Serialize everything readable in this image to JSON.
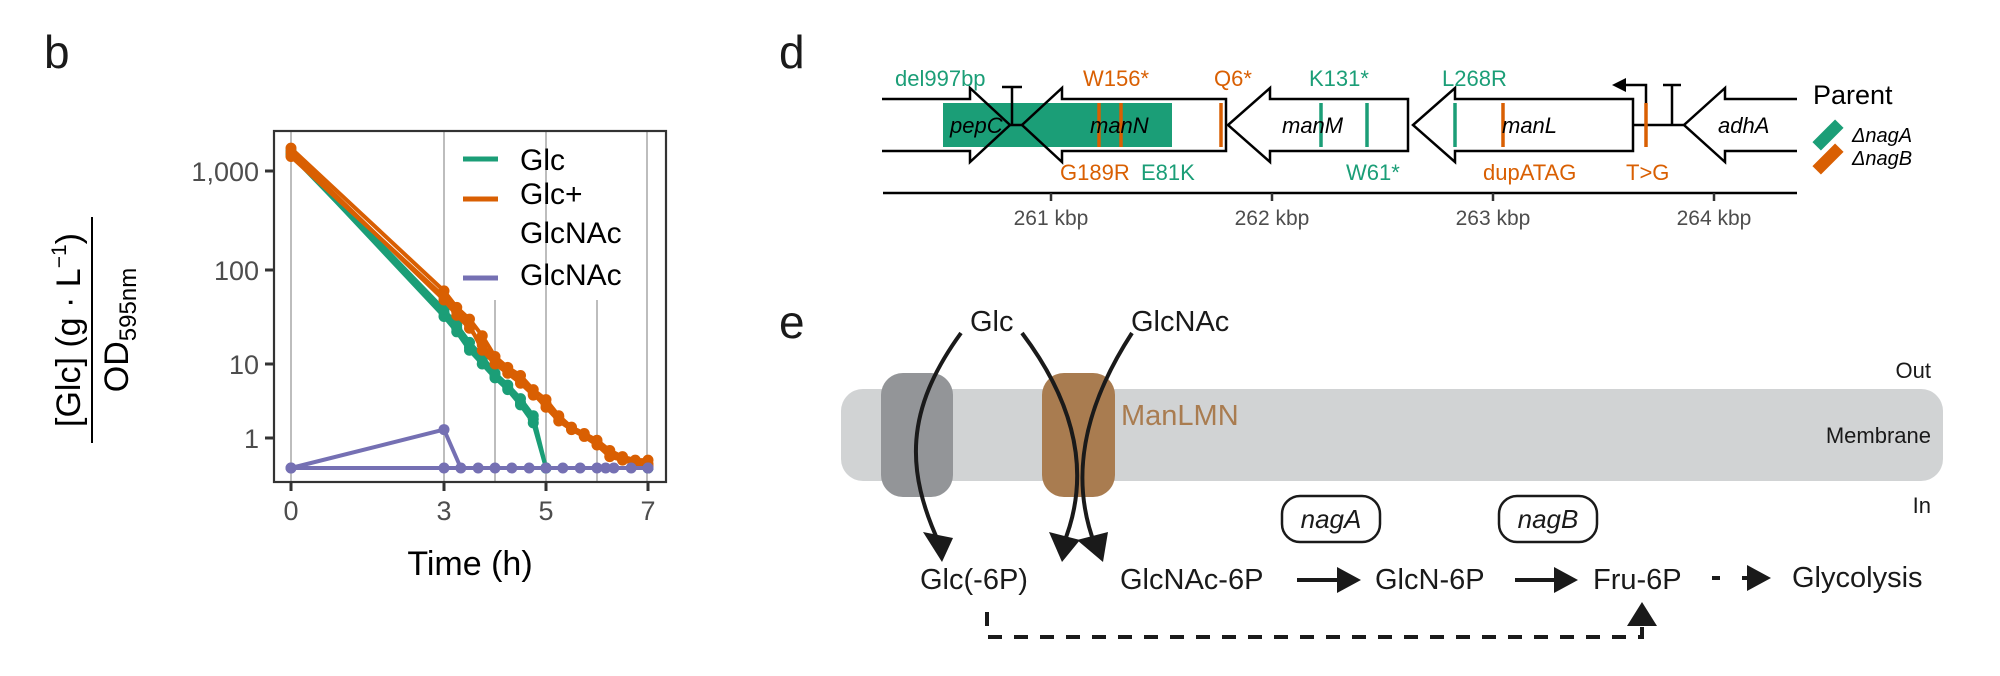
{
  "panels": {
    "b": "b",
    "d": "d",
    "e": "e"
  },
  "chart_data": {
    "type": "line",
    "panel": "b",
    "xlabel": "Time (h)",
    "ylabel_numerator": "[Glc] (g · L⁻¹)",
    "ylabel_numerator_parts": {
      "main": "[Glc] (g · L",
      "sup": "−1",
      "close": ")"
    },
    "ylabel_denominator": {
      "main": "OD",
      "sub": "595nm"
    },
    "y_scale": "pseudo-log",
    "y_ticks": [
      {
        "value": 1000,
        "label": "1,000"
      },
      {
        "value": 100,
        "label": "100"
      },
      {
        "value": 10,
        "label": "10"
      },
      {
        "value": 1,
        "label": "1"
      }
    ],
    "x_ticks": [
      {
        "value": 0,
        "label": "0"
      },
      {
        "value": 3,
        "label": "3"
      },
      {
        "value": 5,
        "label": "5"
      },
      {
        "value": 7,
        "label": "7"
      }
    ],
    "x_gridlines": [
      0,
      3,
      4,
      5,
      6,
      7
    ],
    "xlim": [
      0,
      7
    ],
    "ylim_floor_value": 0.5,
    "grid": "vertical",
    "legend_position": "top-right",
    "legend": [
      {
        "label_lines": [
          "Glc"
        ],
        "color": "#1b9e77"
      },
      {
        "label_lines": [
          "Glc+",
          "GlcNAc"
        ],
        "color": "#d95f02"
      },
      {
        "label_lines": [
          "GlcNAc"
        ],
        "color": "#7570b3"
      }
    ],
    "series": [
      {
        "name": "Glc",
        "color": "#1b9e77",
        "replicates": [
          {
            "x": [
              0,
              3,
              3.25,
              3.5,
              3.75,
              4,
              4.25,
              4.5,
              4.75,
              5,
              7
            ],
            "y": [
              1500,
              32,
              22,
              14,
              10,
              6.5,
              4.5,
              2.8,
              1.6,
              0.5,
              0.5
            ]
          },
          {
            "x": [
              0,
              3,
              3.25,
              3.5,
              3.75,
              4,
              4.25,
              4.5,
              4.75,
              5,
              7
            ],
            "y": [
              1450,
              35,
              24,
              15,
              11,
              7,
              4.8,
              3.0,
              1.8,
              0.5,
              0.5
            ]
          },
          {
            "x": [
              0,
              3,
              3.25,
              3.5,
              3.75,
              4,
              4.25,
              4.5,
              4.75,
              5,
              7
            ],
            "y": [
              1600,
              38,
              26,
              17,
              12,
              7.5,
              5.2,
              3.4,
              2.0,
              0.5,
              0.5
            ]
          }
        ]
      },
      {
        "name": "Glc+GlcNAc",
        "color": "#d95f02",
        "replicates": [
          {
            "x": [
              0,
              3,
              3.25,
              3.5,
              3.75,
              4,
              4.25,
              4.5,
              4.75,
              5,
              5.25,
              5.5,
              5.75,
              6,
              6.25,
              6.5,
              6.75,
              7
            ],
            "y": [
              1700,
              60,
              40,
              30,
              20,
              12,
              9,
              7,
              4.5,
              3.3,
              2.0,
              1.4,
              1.15,
              0.95,
              0.75,
              0.65,
              0.6,
              0.6
            ]
          },
          {
            "x": [
              0,
              3,
              3.25,
              3.5,
              3.75,
              4,
              4.25,
              4.5,
              4.75,
              5,
              5.25,
              5.5,
              5.75,
              6,
              6.25,
              6.5,
              6.75,
              7
            ],
            "y": [
              1550,
              48,
              33,
              24,
              16,
              11,
              8,
              6,
              4.0,
              2.6,
              1.7,
              1.3,
              1.05,
              0.85,
              0.65,
              0.6,
              0.55,
              0.52
            ]
          },
          {
            "x": [
              0,
              3,
              3.25,
              3.5,
              3.75,
              4,
              4.25,
              4.5,
              4.75,
              5,
              5.25,
              5.5,
              5.75,
              6,
              6.25,
              6.5,
              6.75,
              7
            ],
            "y": [
              1400,
              52,
              36,
              26,
              14,
              10,
              7.5,
              5.5,
              3.8,
              2.9,
              1.9,
              1.35,
              1.1,
              0.9,
              0.7,
              0.62,
              0.58,
              0.55
            ]
          }
        ]
      },
      {
        "name": "GlcNAc",
        "color": "#7570b3",
        "replicates": [
          {
            "x": [
              0,
              3,
              3.33,
              3.67,
              4,
              4.33,
              4.67,
              5,
              5.33,
              5.67,
              6,
              6.17,
              6.33,
              6.67,
              7
            ],
            "y": [
              0.5,
              1.3,
              0.5,
              0.5,
              0.5,
              0.5,
              0.5,
              0.5,
              0.5,
              0.5,
              0.5,
              0.5,
              0.5,
              0.5,
              0.5
            ]
          },
          {
            "x": [
              0,
              3,
              7
            ],
            "y": [
              0.5,
              0.5,
              0.5
            ]
          }
        ]
      }
    ]
  },
  "gene_map": {
    "legend_title": "Parent",
    "legend_items": [
      {
        "label": "ΔnagA",
        "color": "#1b9e77"
      },
      {
        "label": "ΔnagB",
        "color": "#d95f02"
      }
    ],
    "genes": [
      {
        "name": "pepC",
        "direction": "forward"
      },
      {
        "name": "manN",
        "direction": "reverse"
      },
      {
        "name": "manM",
        "direction": "reverse"
      },
      {
        "name": "manL",
        "direction": "reverse"
      },
      {
        "name": "adhA",
        "direction": "reverse"
      }
    ],
    "axis_ticks": [
      {
        "kbp": 261,
        "label": "261 kbp"
      },
      {
        "kbp": 262,
        "label": "262 kbp"
      },
      {
        "kbp": 263,
        "label": "263 kbp"
      },
      {
        "kbp": 264,
        "label": "264 kbp"
      }
    ],
    "deletion": {
      "label": "del997bp",
      "parent": "ΔnagA"
    },
    "mutations_top": [
      {
        "label": "W156*",
        "parent": "ΔnagB"
      },
      {
        "label": "Q6*",
        "parent": "ΔnagB"
      },
      {
        "label": "K131*",
        "parent": "ΔnagA"
      },
      {
        "label": "L268R",
        "parent": "ΔnagA"
      }
    ],
    "mutations_bottom": [
      {
        "label": "G189R",
        "parent": "ΔnagB"
      },
      {
        "label": "E81K",
        "parent": "ΔnagA"
      },
      {
        "label": "W61*",
        "parent": "ΔnagA"
      },
      {
        "label": "dupATAG",
        "parent": "ΔnagB"
      },
      {
        "label": "T>G",
        "parent": "ΔnagB"
      }
    ]
  },
  "pathway": {
    "out_label": "Out",
    "membrane_label": "Membrane",
    "in_label": "In",
    "transporter_label": "ManLMN",
    "substrates": {
      "glc": "Glc",
      "glcnac": "GlcNAc"
    },
    "metabolites": [
      "Glc(-6P)",
      "GlcNAc-6P",
      "GlcN-6P",
      "Fru-6P",
      "Glycolysis"
    ],
    "enzymes": [
      "nagA",
      "nagB"
    ],
    "colors": {
      "membrane": "#d1d3d4",
      "other_transporter": "#939598",
      "manlmn": "#a97c50"
    }
  }
}
